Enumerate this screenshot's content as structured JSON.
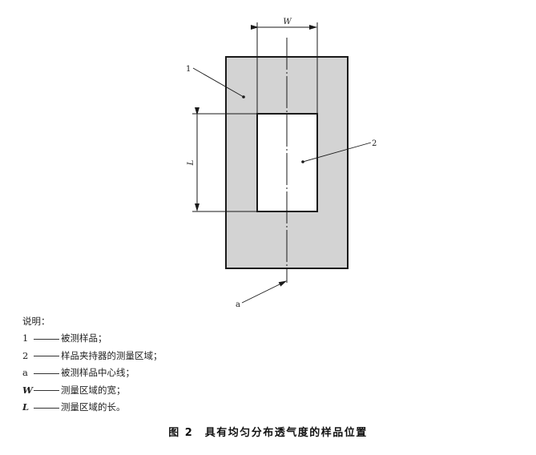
{
  "figure": {
    "labels": {
      "part1": "1",
      "part2": "2",
      "centerline": "a",
      "width_dim": "W",
      "length_dim": "L"
    },
    "colors": {
      "sample_fill": "#d3d3d3",
      "outline": "#1a1a1a",
      "background": "#ffffff"
    }
  },
  "legend": {
    "title": "说明：",
    "items": [
      {
        "key": "1",
        "text": "被测样品；"
      },
      {
        "key": "2",
        "text": "样品夹持器的测量区域；"
      },
      {
        "key": "a",
        "text": "被测样品中心线；"
      },
      {
        "key": "W",
        "text": "测量区域的宽；"
      },
      {
        "key": "L",
        "text": "测量区域的长。"
      }
    ]
  },
  "caption": "图 2　具有均匀分布透气度的样品位置"
}
